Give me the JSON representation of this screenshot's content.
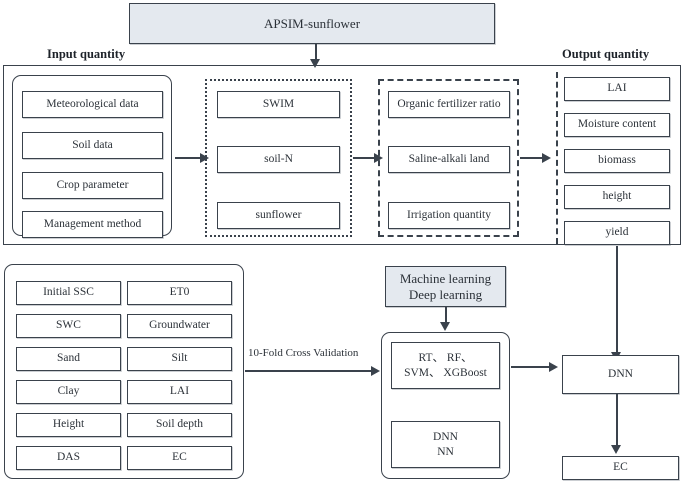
{
  "diagram": {
    "title_box": {
      "label": "APSIM-sunflower"
    },
    "headers": {
      "input": "Input quantity",
      "output": "Output quantity"
    },
    "input_group": {
      "items": [
        {
          "label": "Meteorological data"
        },
        {
          "label": "Soil data"
        },
        {
          "label": "Crop parameter"
        },
        {
          "label": "Management method"
        }
      ]
    },
    "model_group": {
      "items": [
        {
          "label": "SWIM"
        },
        {
          "label": "soil-N"
        },
        {
          "label": "sunflower"
        }
      ]
    },
    "scenario_group": {
      "items": [
        {
          "label": "Organic fertilizer ratio"
        },
        {
          "label": "Saline-alkali land"
        },
        {
          "label": "Irrigation quantity"
        }
      ]
    },
    "output_group": {
      "items": [
        {
          "label": "LAI"
        },
        {
          "label": "Moisture content"
        },
        {
          "label": "biomass"
        },
        {
          "label": "height"
        },
        {
          "label": "yield"
        }
      ]
    },
    "feature_group": {
      "items": [
        {
          "label": "Initial SSC"
        },
        {
          "label": "ET0"
        },
        {
          "label": "SWC"
        },
        {
          "label": "Groundwater"
        },
        {
          "label": "Sand"
        },
        {
          "label": "Silt"
        },
        {
          "label": "Clay"
        },
        {
          "label": "LAI"
        },
        {
          "label": "Height"
        },
        {
          "label": "Soil depth"
        },
        {
          "label": "DAS"
        },
        {
          "label": "EC"
        }
      ]
    },
    "learning_box": {
      "line1": "Machine learning",
      "line2": "Deep learning"
    },
    "algorithm_group": {
      "classical": {
        "line1": "RT、 RF、",
        "line2": "SVM、 XGBoost"
      },
      "neural": {
        "line1": "DNN",
        "line2": "NN"
      }
    },
    "result_dnn": {
      "label": "DNN"
    },
    "result_ec": {
      "label": "EC"
    },
    "edges": {
      "cross_validation": "10-Fold Cross Validation"
    },
    "colors": {
      "stroke": "#3a424c",
      "shaded_fill": "#e4e9ef",
      "background": "#ffffff"
    }
  }
}
